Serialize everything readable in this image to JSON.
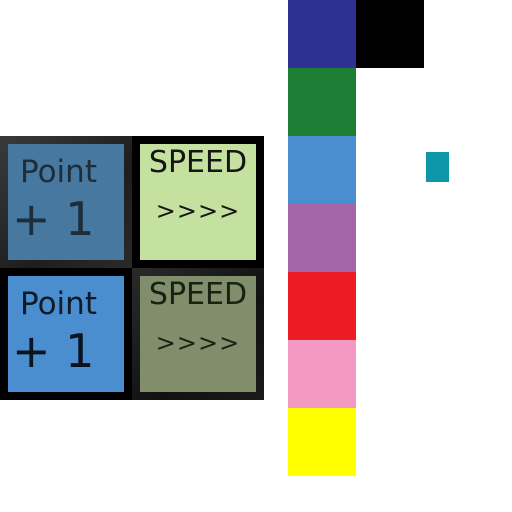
{
  "tiles": [
    {
      "top_label": "Point",
      "bottom_label": "+ 1",
      "state": "inactive",
      "face_color": "#4678a0"
    },
    {
      "top_label": "SPEED",
      "bottom_label": ">>>>",
      "state": "active",
      "face_color": "#c5e1a0"
    },
    {
      "top_label": "Point",
      "bottom_label": "+ 1",
      "state": "active",
      "face_color": "#4a8ed0"
    },
    {
      "top_label": "SPEED",
      "bottom_label": ">>>>",
      "state": "inactive",
      "face_color": "#808e6c"
    }
  ],
  "palette": {
    "column": [
      {
        "name": "navy",
        "color": "#2e3092"
      },
      {
        "name": "green",
        "color": "#1d7f35"
      },
      {
        "name": "sky-blue",
        "color": "#4a8ed0"
      },
      {
        "name": "purple",
        "color": "#a466a8"
      },
      {
        "name": "red",
        "color": "#ed1c24"
      },
      {
        "name": "pink",
        "color": "#f49ac2"
      },
      {
        "name": "yellow",
        "color": "#ffff00"
      }
    ],
    "black_swatch": {
      "name": "black",
      "color": "#000000"
    },
    "marker": {
      "name": "teal",
      "color": "#0e97a8"
    }
  }
}
